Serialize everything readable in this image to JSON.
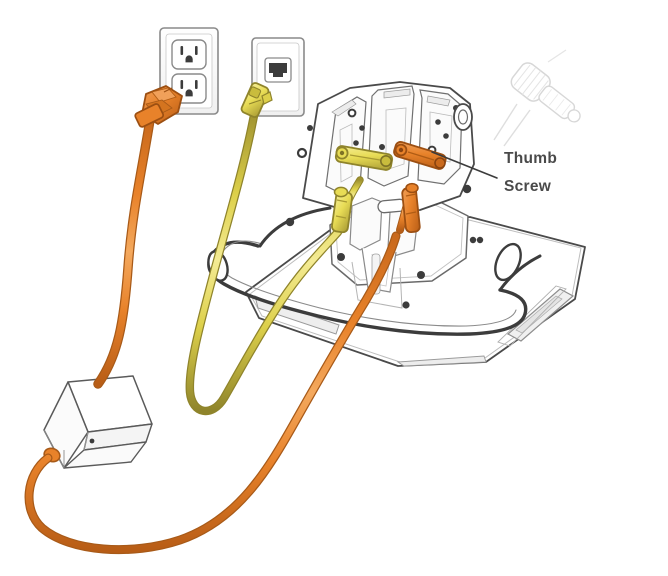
{
  "illustration": {
    "title": "Monitor rear cable connection diagram",
    "background_color": "#ffffff"
  },
  "callouts": [
    {
      "id": "thumb-screw",
      "line1": "Thumb",
      "line2": "Screw",
      "text_color": "#4a4a4a",
      "leader_from": [
        486,
        176
      ],
      "leader_to": [
        432,
        152
      ]
    }
  ],
  "components": {
    "ac_outlet": {
      "name": "AC Wall Outlet",
      "type": "duplex-receptacle",
      "plate_color": "#ffffff",
      "outline_color": "#8a8a8a",
      "receptacle_count": 2
    },
    "ethernet_jack": {
      "name": "Ethernet Wall Jack",
      "type": "rj45-wall-jack",
      "plate_color": "#ffffff",
      "outline_color": "#8a8a8a",
      "port_count": 1
    },
    "power_brick": {
      "name": "AC Power Adapter",
      "type": "power-supply-brick",
      "body_color": "#ffffff",
      "outline_color": "#5a5a5a"
    },
    "monitor": {
      "name": "Display on Stand (rear view)",
      "type": "monitor-rear",
      "body_color": "#ffffff",
      "outline_color": "#444444"
    },
    "thumb_screw_inset": {
      "name": "Thumb Screw Detail",
      "type": "thumb-screw",
      "outline_color": "#cfcfcf"
    }
  },
  "cables": {
    "power": {
      "name": "Power Cable",
      "color": "#e8822a",
      "outline_color": "#a85a18",
      "highlight_color": "#f4a95e",
      "connector_color": "#e07b28",
      "width": 7
    },
    "ethernet": {
      "name": "Ethernet Cable",
      "color": "#e8dc55",
      "outline_color": "#9e9130",
      "highlight_color": "#f4eb94",
      "connector_color": "#ede04a",
      "width": 6
    }
  },
  "palette": {
    "line_dark": "#3c3c3c",
    "line_mid": "#6e6e6e",
    "line_light": "#a8a8a8",
    "line_faint": "#cfcfcf",
    "shade_light": "#f2f2f2",
    "shade_mid": "#e2e2e2"
  }
}
